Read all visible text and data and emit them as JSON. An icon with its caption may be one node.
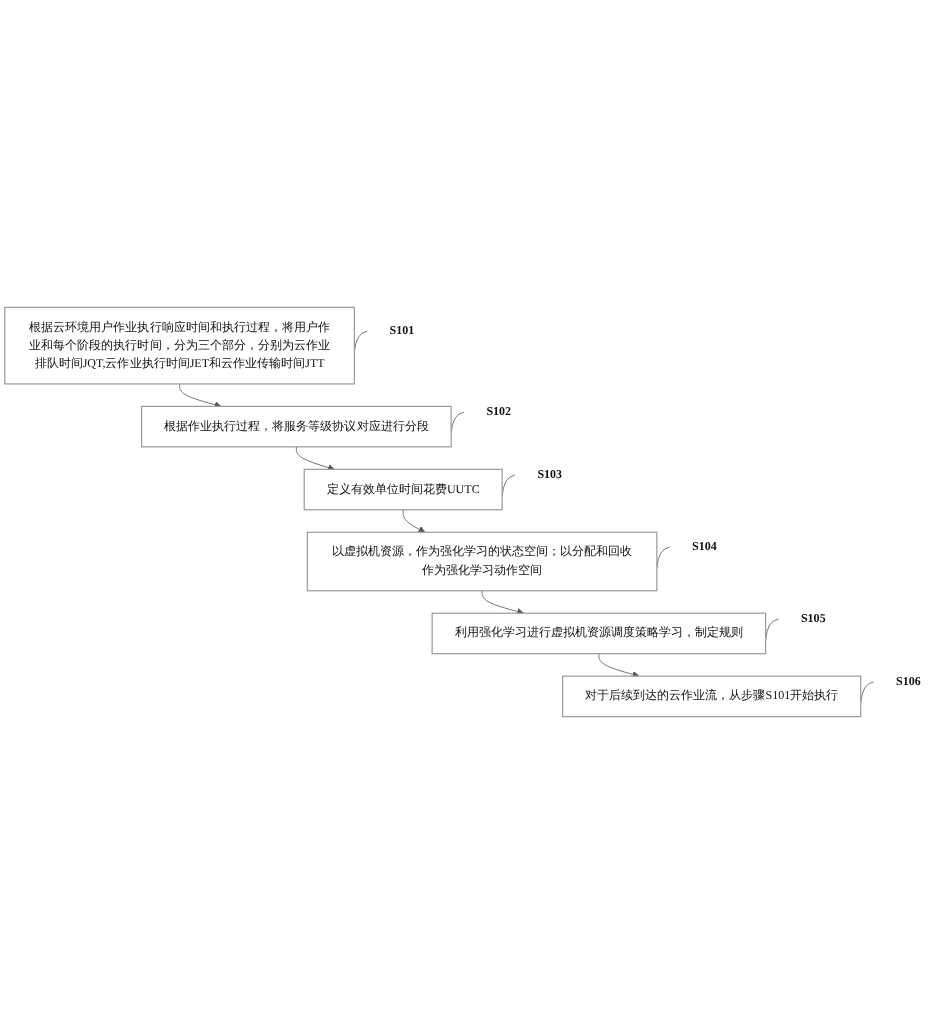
{
  "diagram": {
    "nodes": [
      {
        "text": [
          "根据云环境用户作业执行响应时间和执行过程，将用户作业和每个阶段的执行时间，分为三个部分，分别为云作业排队时间JQT,云作业执行时间JET和云作业传输时间JTT"
        ]
      },
      {
        "text": [
          "S101"
        ]
      },
      {
        "text": [
          "根据作业执行过程，将服务等级协议对应进行分段"
        ]
      },
      {
        "text": [
          "S102"
        ]
      },
      {
        "text": [
          "定义有效单位时间花费UUTC"
        ]
      },
      {
        "text": [
          "S103"
        ]
      },
      {
        "text": [
          "以虚拟机资源，作为强化学习的状态空间；以分配和回收作为强化学习动作空间"
        ]
      },
      {
        "text": [
          "S104"
        ]
      },
      {
        "text": [
          "利用强化学习进行虚拟机资源调度策略学习，制定规则"
        ]
      },
      {
        "text": [
          "S105"
        ]
      },
      {
        "text": [
          "对于后续到达的云作业流，从步骤S101开始执行"
        ]
      },
      {
        "text": [
          "S106"
        ]
      }
    ],
    "edges": [
      {
        "from": 1,
        "to": 0,
        "arrow": "none"
      },
      {
        "from": 0,
        "to": 2,
        "arrow": "to"
      },
      {
        "from": 3,
        "to": 2,
        "arrow": "none"
      },
      {
        "from": 2,
        "to": 4,
        "arrow": "to"
      },
      {
        "from": 5,
        "to": 4,
        "arrow": "none"
      },
      {
        "from": 4,
        "to": 6,
        "arrow": "to"
      },
      {
        "from": 7,
        "to": 6,
        "arrow": "none"
      },
      {
        "from": 6,
        "to": 8,
        "arrow": "to"
      },
      {
        "from": 9,
        "to": 8,
        "arrow": "none"
      },
      {
        "from": 8,
        "to": 10,
        "arrow": "to"
      },
      {
        "from": 11,
        "to": 10,
        "arrow": "none"
      }
    ]
  }
}
